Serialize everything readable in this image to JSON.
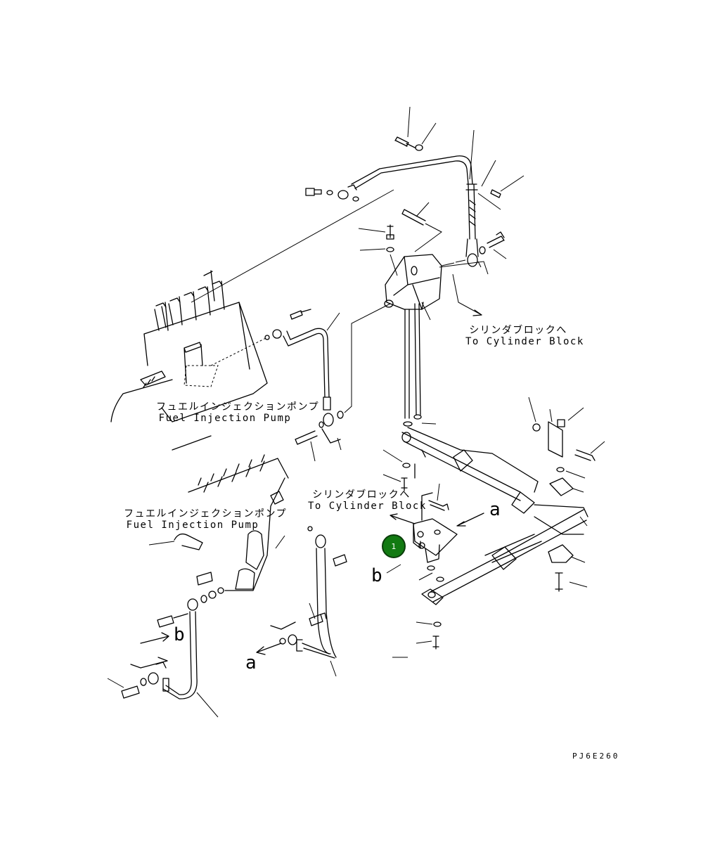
{
  "labels": {
    "cyl_top_jp": "シリンダブロックへ",
    "cyl_top_en": "To Cylinder Block",
    "cyl_mid_jp": "シリンダブロックへ",
    "cyl_mid_en": "To Cylinder Block",
    "pump_top_jp": "フュエルインジェクションポンプ",
    "pump_top_en": "Fuel Injection Pump",
    "pump_bot_jp": "フュエルインジェクションポンプ",
    "pump_bot_en": "Fuel Injection Pump"
  },
  "refs": {
    "a_right": "a",
    "b_left": "b",
    "b_lower": "b",
    "a_lower": "a"
  },
  "marker": {
    "label": "1",
    "color": "#127a12"
  },
  "drawing_code": "PJ6E260"
}
